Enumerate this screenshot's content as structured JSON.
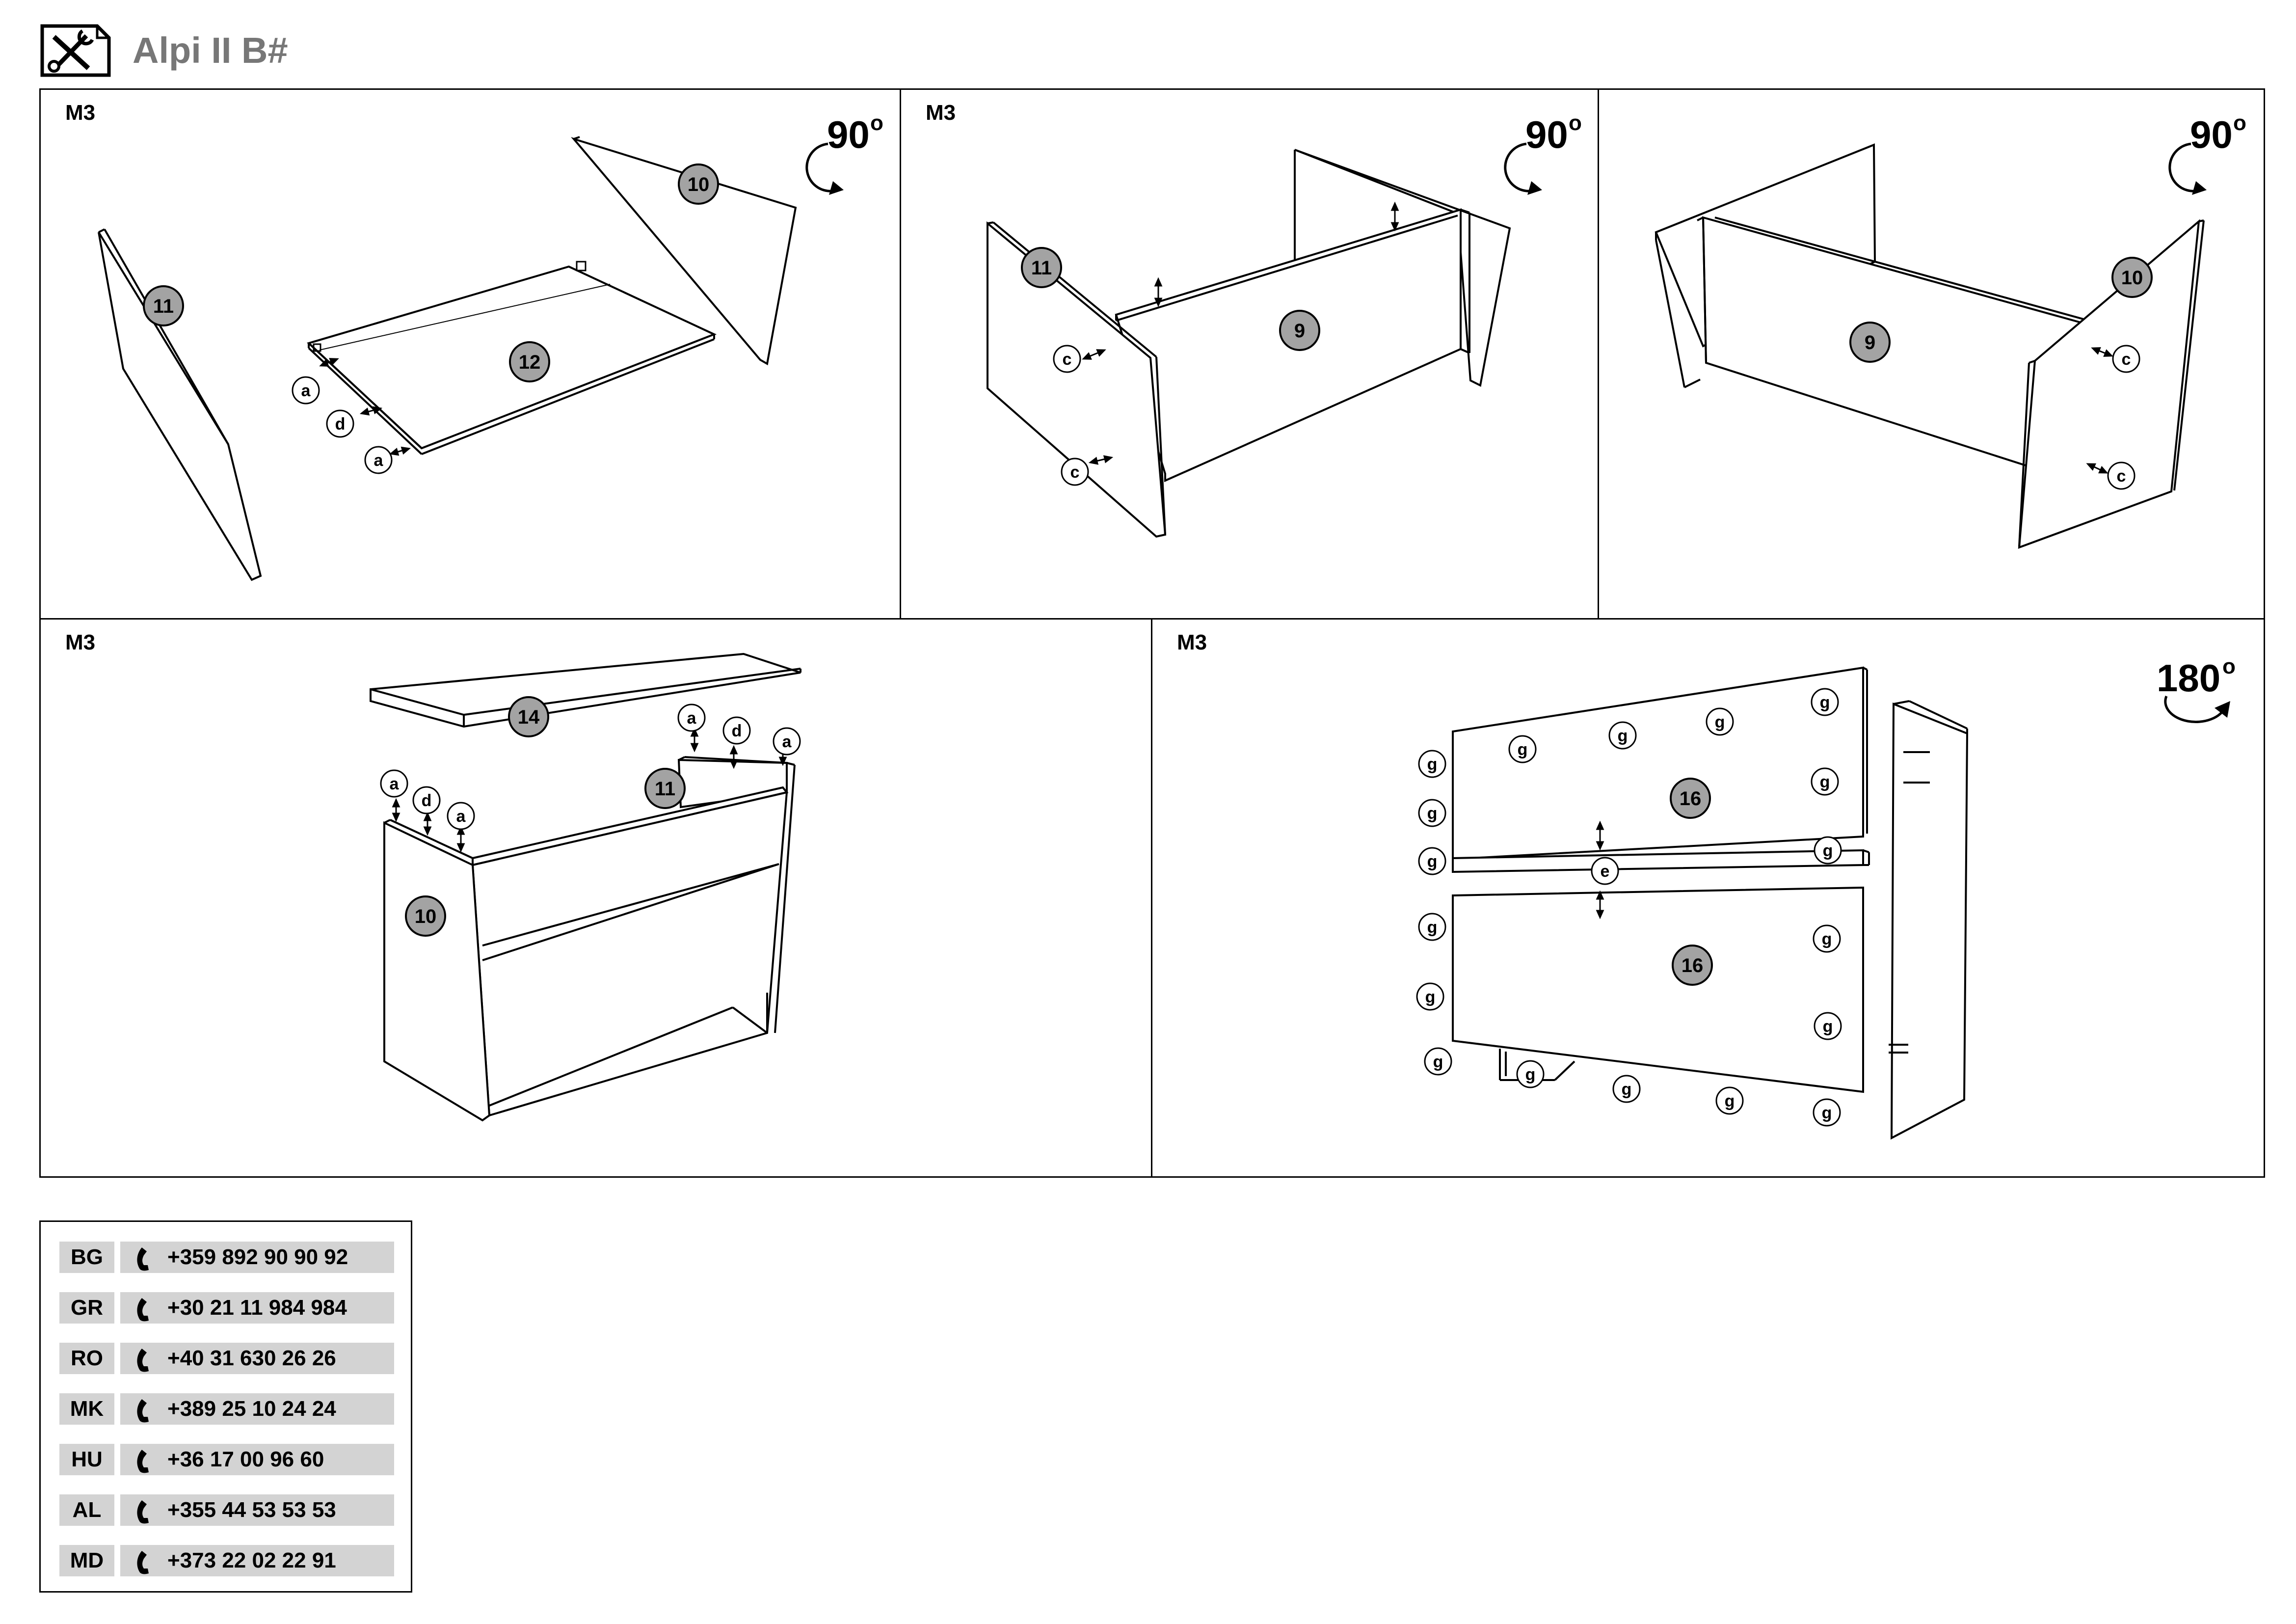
{
  "header": {
    "icon": "tools-icon",
    "title": "Alpi II B#"
  },
  "steps": [
    {
      "label": "M3",
      "rotation": "90",
      "rotation_unit": "o",
      "parts": [
        "11",
        "10",
        "12"
      ],
      "hardware": [
        "a",
        "d",
        "a"
      ]
    },
    {
      "label": "M3",
      "rotation": "90",
      "rotation_unit": "o",
      "parts": [
        "11",
        "9"
      ],
      "hardware": [
        "c",
        "c"
      ]
    },
    {
      "label": "",
      "rotation": "90",
      "rotation_unit": "o",
      "parts": [
        "10",
        "9"
      ],
      "hardware": [
        "c",
        "c"
      ]
    },
    {
      "label": "M3",
      "parts": [
        "14",
        "11",
        "10"
      ],
      "hardware": [
        "a",
        "d",
        "a",
        "a",
        "d",
        "a"
      ]
    },
    {
      "label": "M3",
      "rotation": "180",
      "rotation_unit": "o",
      "parts": [
        "16",
        "16"
      ],
      "hardware": [
        "g",
        "e"
      ]
    }
  ],
  "contacts": [
    {
      "country": "BG",
      "phone": "+359 892 90 90 92"
    },
    {
      "country": "GR",
      "phone": "+30 21 11 984 984"
    },
    {
      "country": "RO",
      "phone": "+40 31 630 26 26"
    },
    {
      "country": "MK",
      "phone": "+389 25 10 24 24"
    },
    {
      "country": "HU",
      "phone": "+36 17 00 96 60"
    },
    {
      "country": "AL",
      "phone": "+355 44 53 53 53"
    },
    {
      "country": "MD",
      "phone": "+373 22 02 22 91"
    }
  ]
}
